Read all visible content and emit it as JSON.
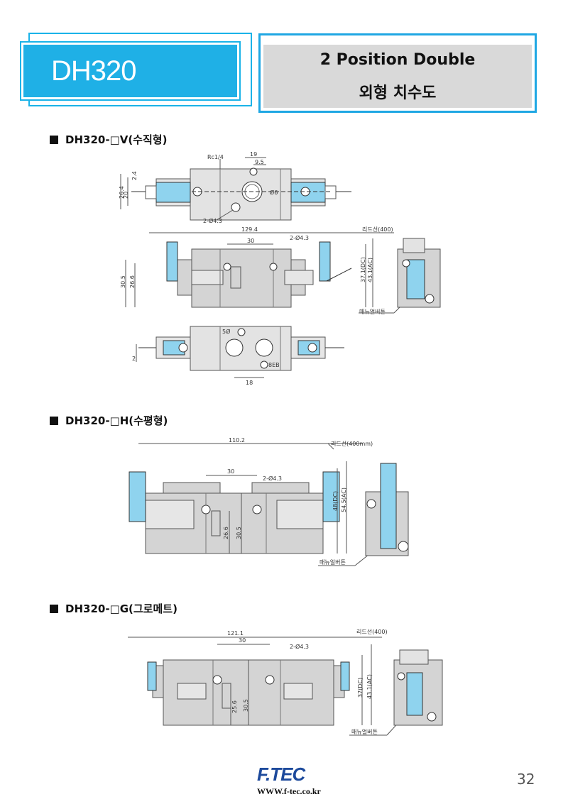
{
  "header": {
    "model": "DH320",
    "title_line1": "2 Position Double",
    "title_line2": "외형 치수도"
  },
  "sections": [
    {
      "heading": "DH320-□V(수직형)",
      "top_view": {
        "labels": [
          "Rc1/4",
          "19",
          "9.5",
          "26.4",
          "20",
          "2.4",
          "2-Ø4.3",
          "Ø6"
        ]
      },
      "front_view": {
        "labels": [
          "129.4",
          "30",
          "2-Ø4.3",
          "리드선(400)",
          "30.5",
          "26.6",
          "37.1(DC)",
          "43.1(AC)",
          "매뉴얼버튼"
        ]
      },
      "bottom_view": {
        "labels": [
          "2",
          "18",
          "5Ø",
          "8EB"
        ]
      }
    },
    {
      "heading": "DH320-□H(수평형)",
      "front_view": {
        "labels": [
          "110.2",
          "리드선(400mm)",
          "30",
          "2-Ø4.3",
          "26.6",
          "30.5",
          "48(DC)",
          "54.5(AC)",
          "매뉴얼버튼"
        ]
      }
    },
    {
      "heading": "DH320-□G(그로메트)",
      "front_view": {
        "labels": [
          "121.1",
          "30",
          "2-Ø4.3",
          "리드선(400)",
          "25.6",
          "30.5",
          "37(DC)",
          "43.1(AC)",
          "매뉴얼버튼"
        ]
      }
    }
  ],
  "footer": {
    "brand": "F.TEC",
    "url": "WWW.f-tec.co.kr",
    "page": "32"
  },
  "colors": {
    "accent": "#1fb0e6",
    "coil": "#8fd3ee",
    "body": "#d4d4d4"
  }
}
